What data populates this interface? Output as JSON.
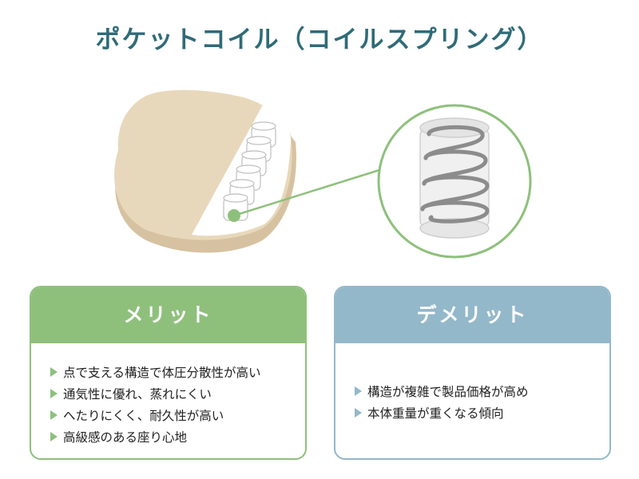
{
  "title": "ポケットコイル（コイルスプリング）",
  "colors": {
    "title": "#2f6b78",
    "merit": "#8ec07c",
    "demerit": "#93b8ca",
    "mattress": "#e8d8bb",
    "mattress_edge": "#d6c2a1",
    "coil": "#8c8c8c"
  },
  "merit": {
    "heading": "メリット",
    "items": [
      "点で支える構造で体圧分散性が高い",
      "通気性に優れ、蒸れにくい",
      "へたりにくく、耐久性が高い",
      "高級感のある座り心地"
    ]
  },
  "demerit": {
    "heading": "デメリット",
    "items": [
      "構造が複雑で製品価格が高め",
      "本体重量が重くなる傾向"
    ]
  }
}
